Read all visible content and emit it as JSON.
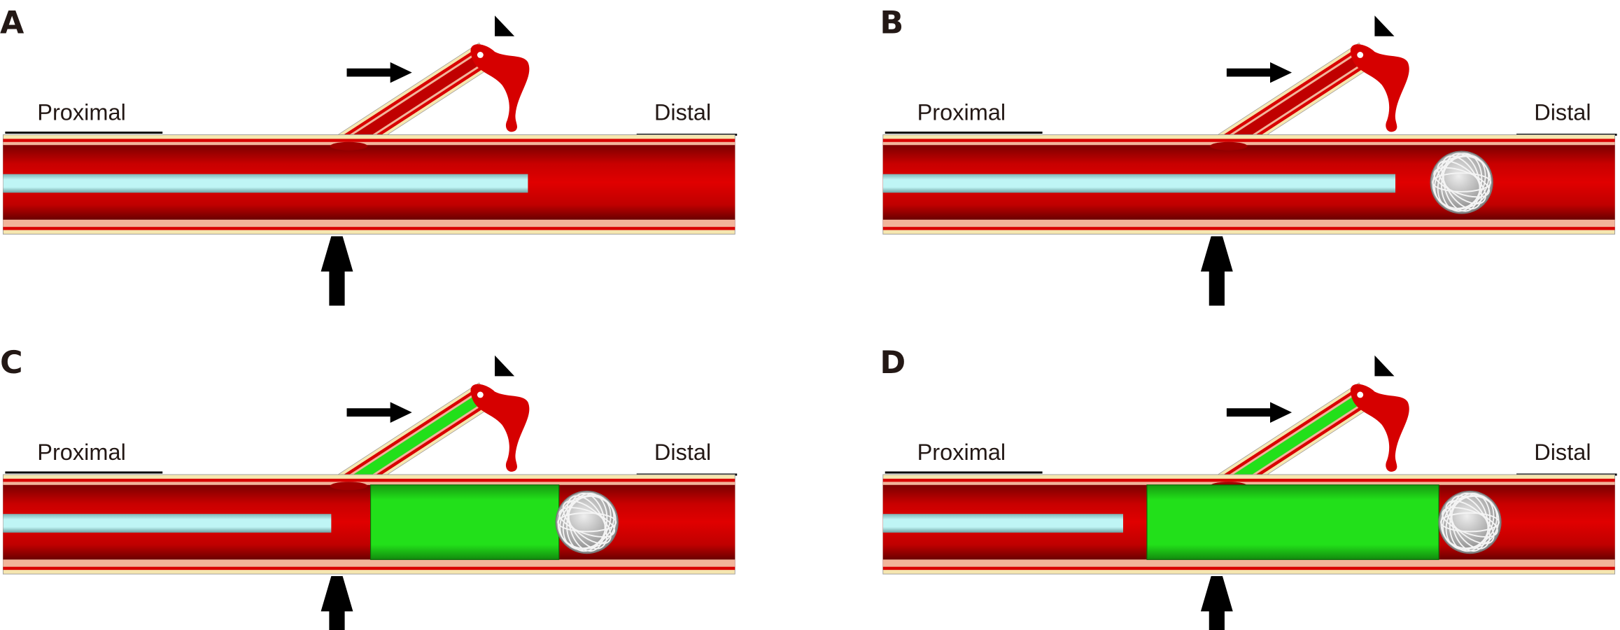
{
  "panels": [
    {
      "label": "A",
      "proximal": "Proximal",
      "distal": "Distal",
      "catheter_end": 510,
      "coil": false,
      "embolic_start": null,
      "embolic_in_branch": false
    },
    {
      "label": "B",
      "proximal": "Proximal",
      "distal": "Distal",
      "catheter_end": 1348,
      "coil": true,
      "embolic_start": null,
      "embolic_in_branch": false
    },
    {
      "label": "C",
      "proximal": "Proximal",
      "distal": "Distal",
      "catheter_end": 320,
      "coil": true,
      "embolic_start": 358,
      "embolic_in_branch": true
    },
    {
      "label": "D",
      "proximal": "Proximal",
      "distal": "Distal",
      "catheter_end": 1085,
      "coil": true,
      "embolic_start": 1108,
      "embolic_in_branch": true
    }
  ],
  "colors": {
    "blood": "#d90000",
    "wall": "#f5e6b0",
    "intima": "#f2b49a",
    "catheter": "#b9f3f3",
    "embolic": "#22e01a",
    "coil": "#c8c8c8",
    "ink": "#000000"
  }
}
